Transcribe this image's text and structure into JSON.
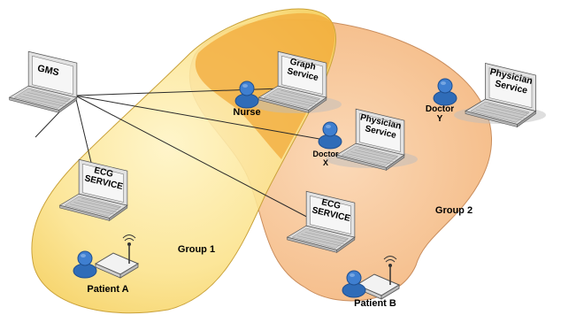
{
  "groups": {
    "group1": {
      "label": "Group 1",
      "fill": "#f7c948",
      "fill_light": "#fde89a",
      "edge": "#caa23a"
    },
    "group2": {
      "label": "Group 2",
      "fill": "#f6b77f",
      "edge": "#c98d5d"
    },
    "overlap_fill": "#f2a93a"
  },
  "laptops": {
    "gms": {
      "line1": "GMS",
      "line2": ""
    },
    "graph": {
      "line1": "Graph",
      "line2": "Service"
    },
    "physician_x": {
      "line1": "Physician",
      "line2": "Service"
    },
    "physician_y": {
      "line1": "Physician",
      "line2": "Service"
    },
    "ecg_a": {
      "line1": "ECG",
      "line2": "SERVICE"
    },
    "ecg_b": {
      "line1": "ECG",
      "line2": "SERVICE"
    }
  },
  "people": {
    "nurse": {
      "label": "Nurse"
    },
    "doctor_x": {
      "line1": "Doctor",
      "line2": "X"
    },
    "doctor_y": {
      "line1": "Doctor",
      "line2": "Y"
    },
    "patient_a": {
      "label": "Patient A"
    },
    "patient_b": {
      "label": "Patient B"
    }
  },
  "colors": {
    "person": "#3f78c2",
    "person_dark": "#1f4f8f",
    "laptop_body": "#d8d8d8",
    "laptop_screen": "#f4f4f4",
    "laptop_edge": "#555555",
    "connector": "#2a2a2a"
  }
}
